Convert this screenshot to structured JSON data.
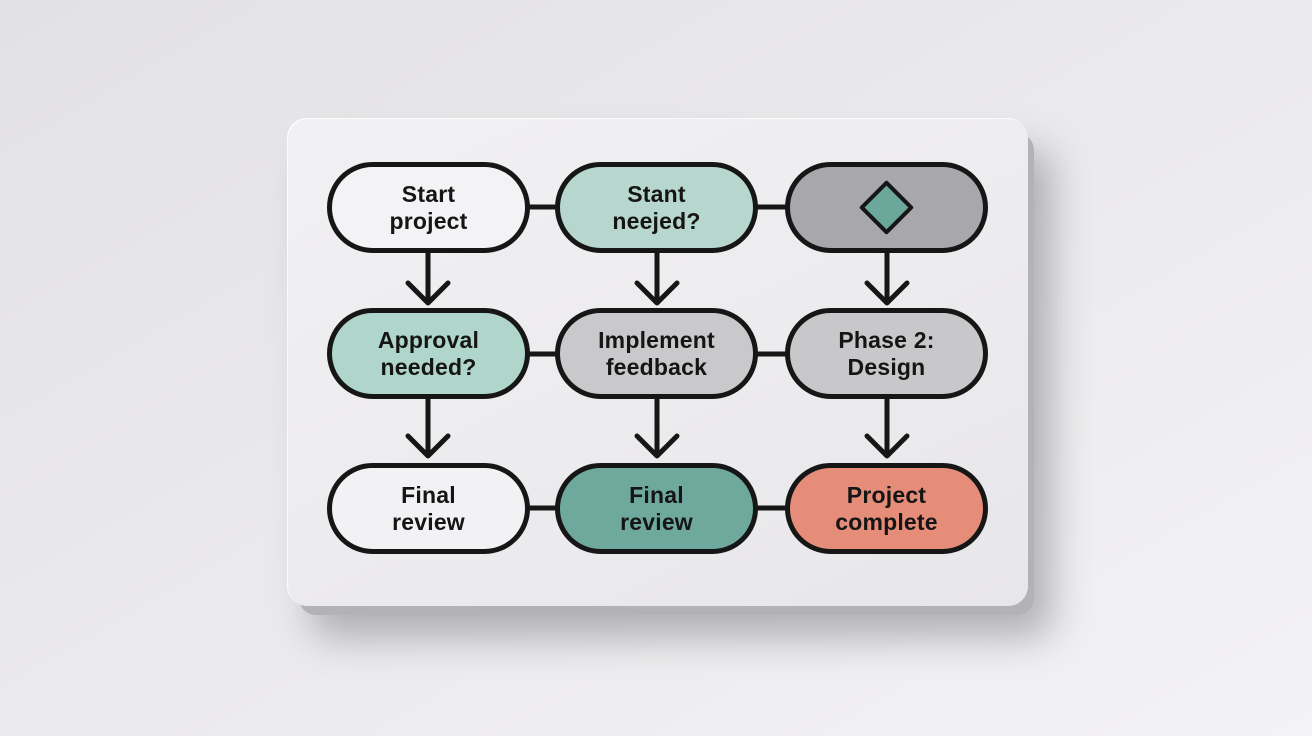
{
  "page": {
    "background_color": "#e9e8ea",
    "card_color": "#ecebed"
  },
  "flowchart": {
    "node_border_color": "#161616",
    "text_color": "#151515",
    "nodes": [
      {
        "id": "start-project",
        "label": "Start\nproject",
        "fill": "#f3f2f4",
        "row": 1,
        "col": 1
      },
      {
        "id": "stant-neejed",
        "label": "Stant\nneejed?",
        "fill": "#b7d6cd",
        "row": 1,
        "col": 2
      },
      {
        "id": "decision-diamond",
        "label": "",
        "fill": "#a8a7ab",
        "row": 1,
        "col": 3,
        "icon": "diamond-icon",
        "icon_color": "#6ba89b"
      },
      {
        "id": "approval-needed",
        "label": "Approval\nneeded?",
        "fill": "#b0d5ca",
        "row": 2,
        "col": 1
      },
      {
        "id": "implement-feedback",
        "label": "Implement\nfeedback",
        "fill": "#c9c8ca",
        "row": 2,
        "col": 2
      },
      {
        "id": "phase-2-design",
        "label": "Phase 2:\nDesign",
        "fill": "#c8c7c9",
        "row": 2,
        "col": 3
      },
      {
        "id": "final-review-left",
        "label": "Final\nreview",
        "fill": "#f2f1f3",
        "row": 3,
        "col": 1
      },
      {
        "id": "final-review-mid",
        "label": "Final\nreview",
        "fill": "#6fa99e",
        "row": 3,
        "col": 2
      },
      {
        "id": "project-complete",
        "label": "Project\ncomplete",
        "fill": "#e58d78",
        "row": 3,
        "col": 3
      }
    ],
    "connections": [
      {
        "from": "start-project",
        "to": "stant-neejed",
        "type": "line"
      },
      {
        "from": "stant-neejed",
        "to": "decision-diamond",
        "type": "line"
      },
      {
        "from": "approval-needed",
        "to": "implement-feedback",
        "type": "line"
      },
      {
        "from": "implement-feedback",
        "to": "phase-2-design",
        "type": "line"
      },
      {
        "from": "final-review-left",
        "to": "final-review-mid",
        "type": "line"
      },
      {
        "from": "final-review-mid",
        "to": "project-complete",
        "type": "line"
      },
      {
        "from": "start-project",
        "to": "approval-needed",
        "type": "arrow-down"
      },
      {
        "from": "stant-neejed",
        "to": "final-review-mid-row2",
        "type": "arrow-down"
      },
      {
        "from": "decision-diamond",
        "to": "phase-2-design",
        "type": "arrow-down"
      },
      {
        "from": "approval-needed",
        "to": "final-review-left",
        "type": "arrow-down"
      },
      {
        "from": "implement-feedback",
        "to": "final-review-mid",
        "type": "arrow-down"
      },
      {
        "from": "phase-2-design",
        "to": "project-complete",
        "type": "arrow-down"
      }
    ]
  }
}
